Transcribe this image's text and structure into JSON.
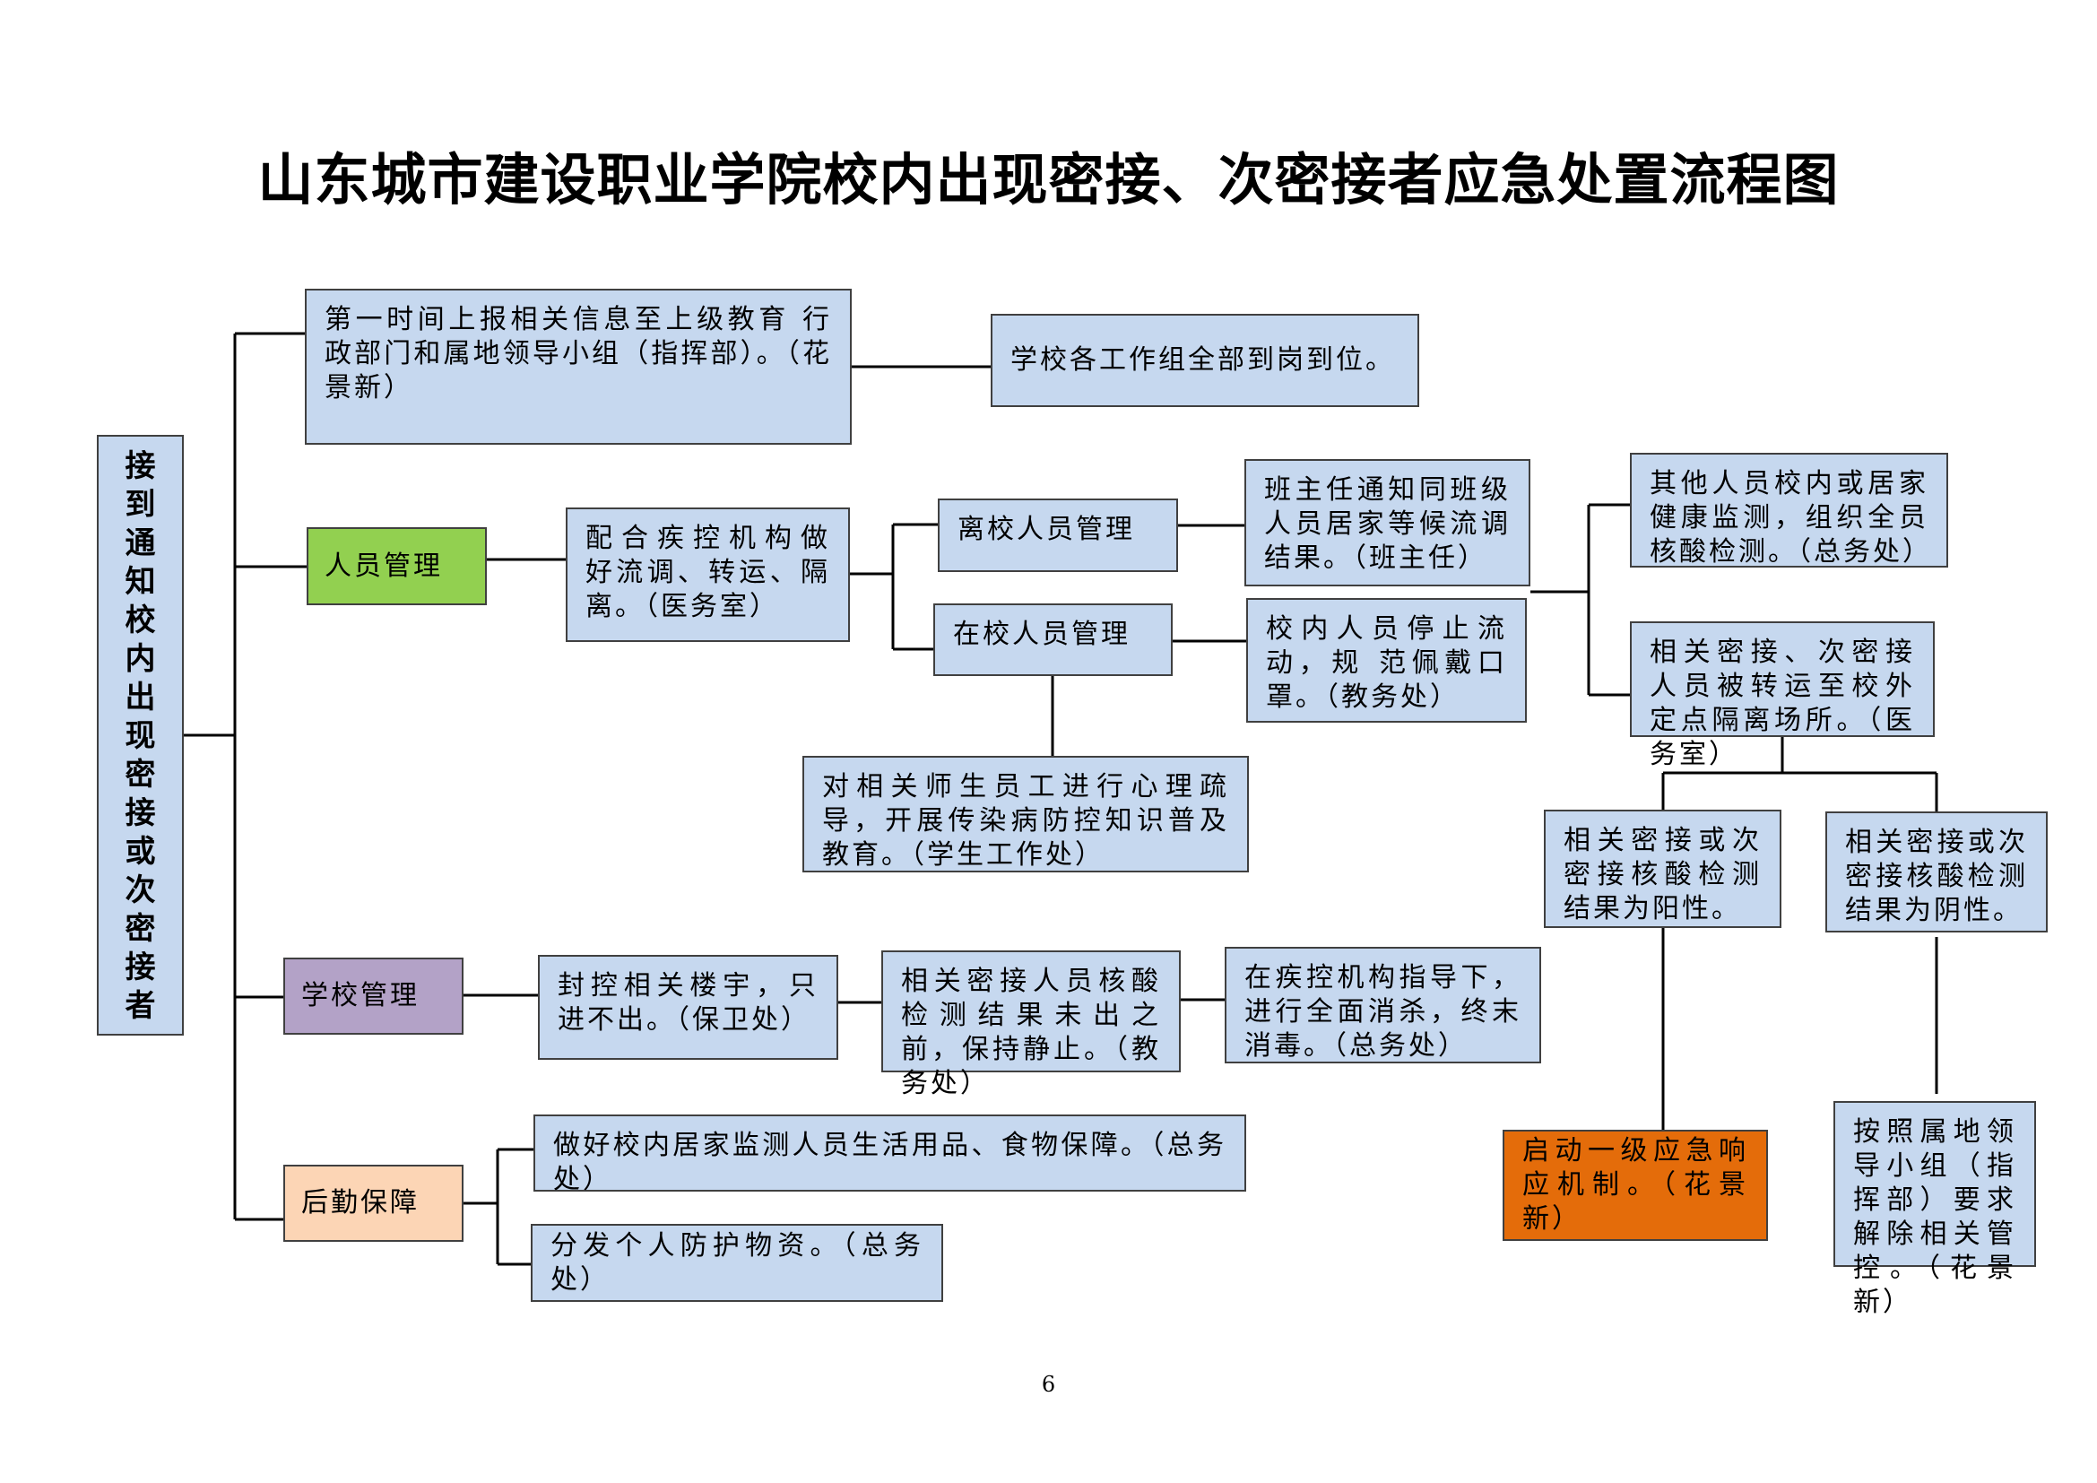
{
  "title": "山东城市建设职业学院校内出现密接、次密接者应急处置流程图",
  "root": "接到通知校内出现密接或次密接者",
  "boxes": {
    "report": "第一时间上报相关信息至上级教育 行政部门和属地领导小组（指挥部）。（花景新）",
    "all_groups": "学校各工作组全部到岗到位。",
    "personnel": "人员管理",
    "cdc_cooperate": "配合疾控机构做 好流调、转运、隔离。（医务室）",
    "leaving": "离校人员管理",
    "on_campus": "在校人员管理",
    "head_teacher": "班主任通知同班级人员居家等候流调结果。（班主任）",
    "stop_flow": "校内人员停止流动，规 范佩戴口罩。（教务处）",
    "psych": "对相关师生员工进行心理疏导，开展传染病防控知识普及教育。（学生工作处）",
    "others_monitor": "其他人员校内或居家健康监测，组织全员核酸检测。（总务处）",
    "transfer": "相关密接、次密接人员被转运至校外定点隔离场所。（医务室）",
    "positive": "相关密接或次密接核酸检测结果为阳性。",
    "negative": "相关密接或次密接核酸检测结果为阴性。",
    "level1": "启动一级应急响应机制。（花景新）",
    "lift": "按照属地领导小组（指挥部）要求解除相关管控。（花景新）",
    "school_mgmt": "学校管理",
    "seal": "封控相关楼宇，只进不出。（保卫处）",
    "wait_result": "相关密接人员核酸检测结果未出之前，保持静止。（教务处）",
    "disinfect": "在疾控机构指导下，进行全面消杀，终末消毒。（总务处）",
    "logistics": "后勤保障",
    "supplies": "做好校内居家监测人员生活用品、食物保障。（总务处）",
    "ppe": "分发个人防护物资。（总务处）"
  },
  "page_number": "6",
  "colors": {
    "box_fill": "#c6d8ef",
    "personnel_fill": "#92d050",
    "school_fill": "#b3a2c7",
    "logistics_fill": "#fcd5b5",
    "level1_fill": "#e46c0a"
  }
}
